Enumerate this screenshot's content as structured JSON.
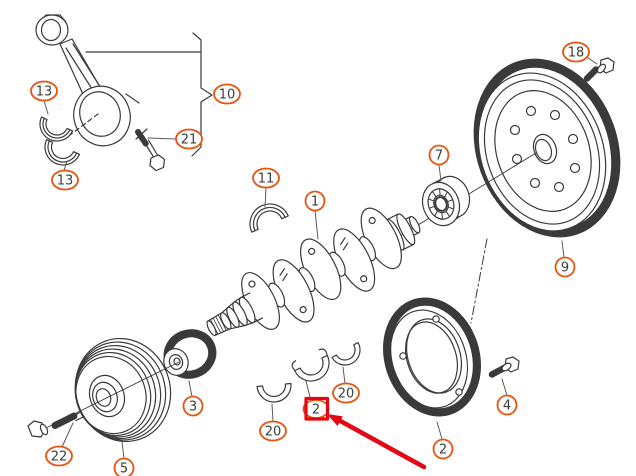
{
  "diagram": {
    "background": "#ffffff",
    "line_color": "#3a3a3a",
    "leader_color": "#5a5a5a",
    "callout_border_color": "#e8540f",
    "highlight_color": "#e30613"
  },
  "callouts": [
    {
      "label": "13"
    },
    {
      "label": "13"
    },
    {
      "label": "10"
    },
    {
      "label": "21"
    },
    {
      "label": "11"
    },
    {
      "label": "1"
    },
    {
      "label": "7"
    },
    {
      "label": "18"
    },
    {
      "label": "9"
    },
    {
      "label": "3"
    },
    {
      "label": "22"
    },
    {
      "label": "5"
    },
    {
      "label": "20"
    },
    {
      "label": "2",
      "highlighted": true
    },
    {
      "label": "20"
    },
    {
      "label": "2"
    },
    {
      "label": "4"
    }
  ],
  "highlight": {
    "target_label": "2",
    "box": true,
    "arrow": true
  }
}
